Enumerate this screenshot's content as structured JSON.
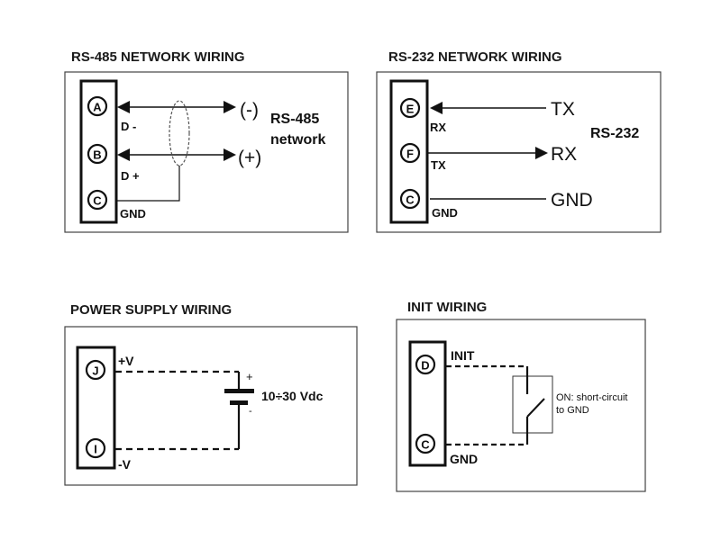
{
  "panels": {
    "rs485": {
      "title": "RS-485 NETWORK WIRING",
      "terminals": [
        "A",
        "B",
        "C"
      ],
      "wire_labels": [
        "D -",
        "D +",
        "GND"
      ],
      "polarity": [
        "(-)",
        "(+)"
      ],
      "network_label_line1": "RS-485",
      "network_label_line2": "network"
    },
    "rs232": {
      "title": "RS-232 NETWORK WIRING",
      "terminals": [
        "E",
        "F",
        "C"
      ],
      "wire_labels": [
        "RX",
        "TX",
        "GND"
      ],
      "remote_labels": [
        "TX",
        "RX",
        "GND"
      ],
      "network_label": "RS-232"
    },
    "power": {
      "title": "POWER SUPPLY WIRING",
      "terminals": [
        "J",
        "I"
      ],
      "wire_labels": [
        "+V",
        "-V"
      ],
      "battery_plus": "+",
      "battery_minus": "-",
      "voltage_label": "10÷30 Vdc"
    },
    "init": {
      "title": "INIT WIRING",
      "terminals": [
        "D",
        "C"
      ],
      "wire_labels": [
        "INIT",
        "GND"
      ],
      "switch_note_line1": "ON: short-circuit",
      "switch_note_line2": "to GND"
    }
  },
  "colors": {
    "line": "#111111",
    "box_border": "#333333",
    "shield": "#555555"
  }
}
